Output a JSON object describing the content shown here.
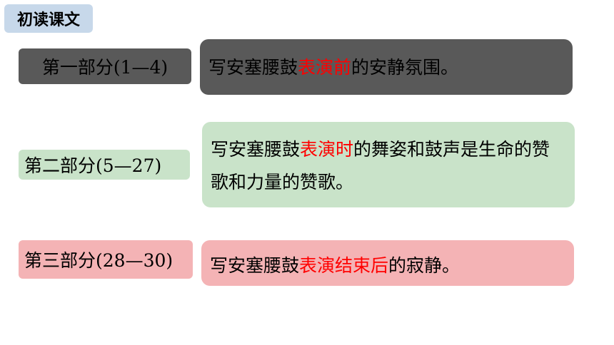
{
  "header": {
    "tag": "初读课文"
  },
  "sections": [
    {
      "label": "第一部分(1—4)",
      "desc_before": "写安塞腰鼓",
      "desc_highlight": "表演前",
      "desc_after": "的安静氛围。"
    },
    {
      "label": "第二部分(5—27)",
      "desc_before": "写安塞腰鼓",
      "desc_highlight": "表演时",
      "desc_after": "的舞姿和鼓声是生命的赞歌和力量的赞歌。"
    },
    {
      "label": "第三部分(28—30)",
      "desc_before": "写安塞腰鼓",
      "desc_highlight": "表演结束后",
      "desc_after": "的寂静。"
    }
  ],
  "colors": {
    "dark_gray": "#595959",
    "light_green": "#c9e3c9",
    "light_pink": "#f4b3b5",
    "tag_blue": "#c7d8ea",
    "highlight_red": "#ff0000"
  }
}
